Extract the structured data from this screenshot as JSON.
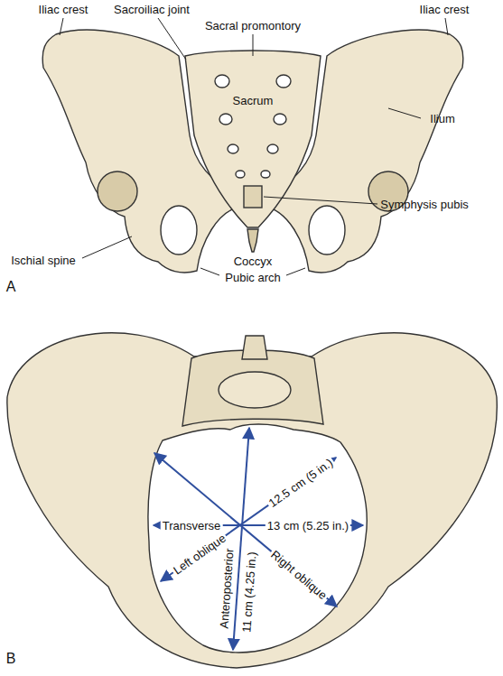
{
  "diagram": {
    "labels": [
      "Iliac crest",
      "Sacroiliac joint",
      "Sacral promontory",
      "Iliac crest",
      "Sacrum",
      "Ilium",
      "Symphysis pubis",
      "Ischial spine",
      "Coccyx",
      "Pubic arch",
      "A",
      "Transverse",
      "13 cm (5.25 in.)",
      "Left oblique",
      "12.5 cm (5 in.)",
      "Right oblique",
      "Anteroposterior",
      "11 cm (4.25 in.)",
      "B"
    ]
  }
}
